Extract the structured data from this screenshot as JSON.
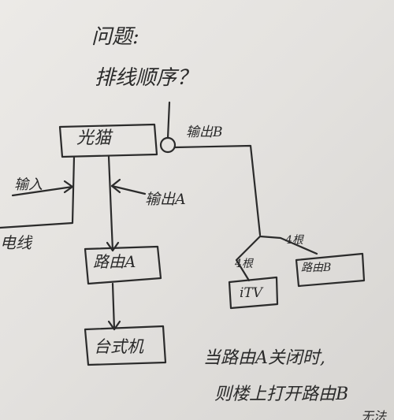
{
  "question": {
    "title": "问题:",
    "body": "排线顺序？"
  },
  "nodes": {
    "modem": "光猫",
    "output_b": "输出B",
    "input": "输入",
    "output_a": "输出A",
    "incoming_line": "电线",
    "cable_count_a": "4根",
    "cable_count_b": "4根",
    "router_a": "路由A",
    "router_b": "路由B",
    "itv": "iTV",
    "desktop": "台式机"
  },
  "note": {
    "line1": "当路由A关闭时,",
    "line2": "则楼上打开路由B",
    "line3": "无法"
  }
}
